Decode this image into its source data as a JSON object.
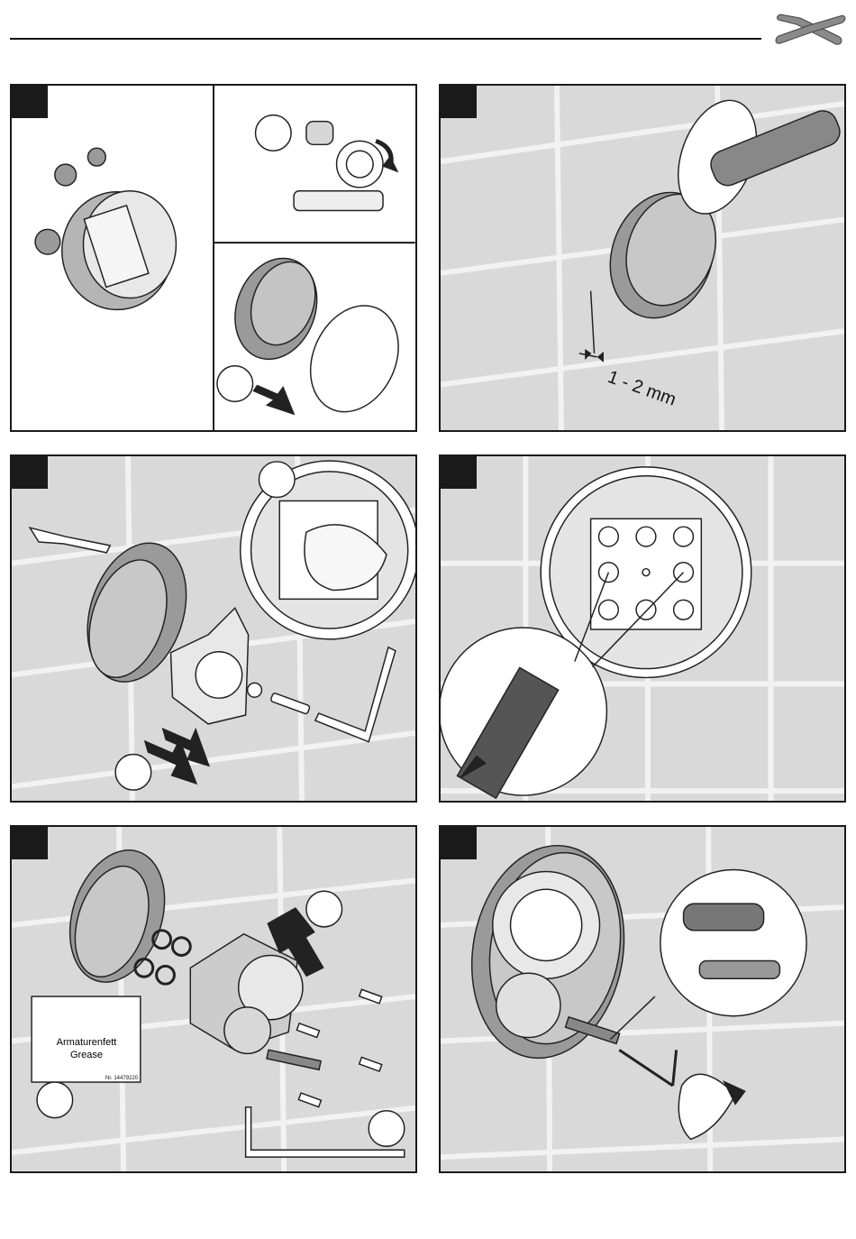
{
  "header": {
    "tool_icon": "wrench-screwdriver-icon"
  },
  "panels": {
    "gap_label": "1 - 2 mm",
    "grease_label_1": "Armaturenfett",
    "grease_label_2": "Grease",
    "part_number": "Nr. 14479220"
  },
  "colors": {
    "tile_bg": "#d9d9d9",
    "grout": "#f2f2f2",
    "ink": "#1a1a1a",
    "part_grey": "#9a9a9a"
  }
}
